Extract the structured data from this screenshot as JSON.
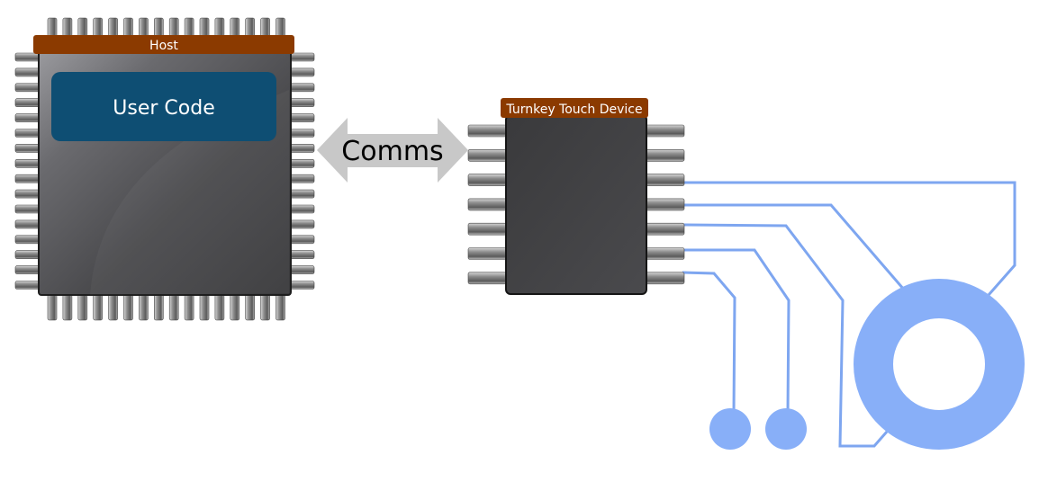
{
  "host": {
    "label": "Host",
    "inner_block_label": "User Code",
    "pins_per_side": 16
  },
  "comms": {
    "label": "Comms",
    "direction": "bidirectional"
  },
  "device": {
    "label": "Turnkey Touch Device",
    "pins_per_side": 7
  },
  "sensors": {
    "buttons": 2,
    "wheel": 1,
    "traces": 5
  },
  "colors": {
    "label_bar": "#8b3a00",
    "user_code_block": "#0e4e73",
    "arrow": "#c8c8c8",
    "sensor": "#88aff8",
    "trace": "#7ea6f0"
  }
}
